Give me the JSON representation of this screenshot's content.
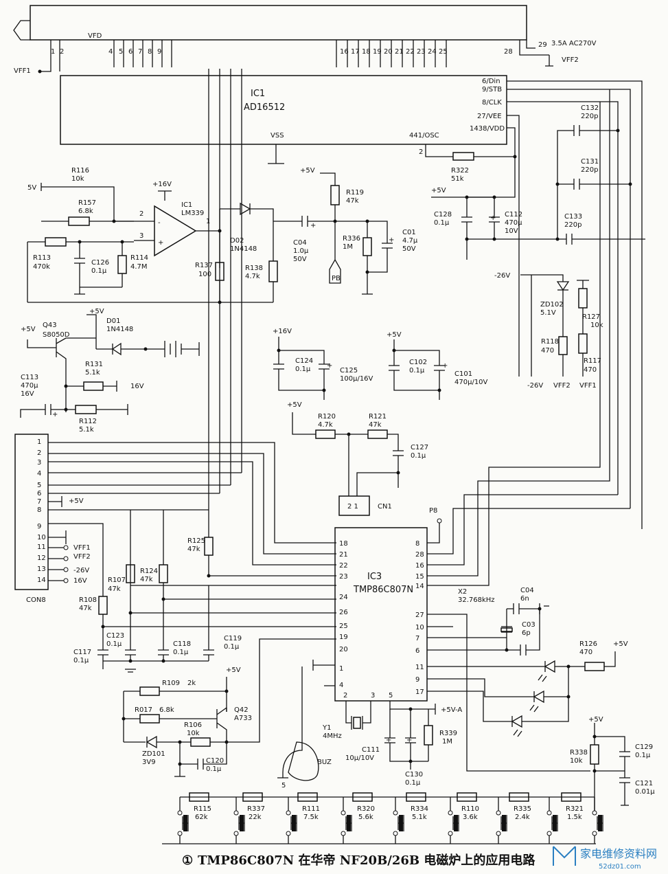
{
  "vfd": {
    "name": "VFD",
    "pins_left": [
      "1",
      "2"
    ],
    "pins_mid": [
      "4",
      "5",
      "6",
      "7",
      "8",
      "9"
    ],
    "pins_right": [
      "16",
      "17",
      "18",
      "19",
      "20",
      "21",
      "22",
      "23",
      "24",
      "25"
    ],
    "pin28": "28",
    "pin29": "29",
    "rating": "3.5A AC270V",
    "vff1": "VFF1",
    "vff2": "VFF2"
  },
  "ic1_driver": {
    "ref": "IC1",
    "part": "AD16512",
    "pins": [
      "6/Din",
      "9/STB",
      "8/CLK",
      "27/VEE",
      "1438/VDD"
    ],
    "vss": "VSS",
    "osc": "441/OSC",
    "pin2": "2"
  },
  "comparator": {
    "ref": "IC1",
    "part": "LM339",
    "supply": "+16V",
    "pin2": "2",
    "pin3": "3",
    "pin1": "1",
    "minus": "-",
    "plus": "+"
  },
  "mcu": {
    "ref": "IC3",
    "part": "TMP86C807N",
    "left_pins": [
      "18",
      "21",
      "22",
      "23",
      "24",
      "26",
      "25",
      "19",
      "20",
      "1",
      "4"
    ],
    "right_pins": [
      "8",
      "28",
      "16",
      "15",
      "14",
      "27",
      "10",
      "7",
      "6",
      "11",
      "9",
      "17"
    ],
    "bottom_pins": [
      "2",
      "3",
      "5"
    ],
    "p8": "P8"
  },
  "components": {
    "r116": [
      "R116",
      "10k"
    ],
    "v5a": "5V",
    "r157": [
      "R157",
      "6.8k"
    ],
    "r113": [
      "R113",
      "470k"
    ],
    "c126": [
      "C126",
      "0.1μ"
    ],
    "r114": [
      "R114",
      "4.7M"
    ],
    "d02": [
      "D02",
      "1N4148"
    ],
    "r137": [
      "R137",
      "100"
    ],
    "r138": [
      "R138",
      "4.7k"
    ],
    "c04a": [
      "C04",
      "1.0μ",
      "50V"
    ],
    "v5b": "+5V",
    "r119": [
      "R119",
      "47k"
    ],
    "r336": [
      "R336",
      "1M"
    ],
    "c01": [
      "C01",
      "4.7μ",
      "50V"
    ],
    "pb": "PB",
    "r322": [
      "R322",
      "51k"
    ],
    "v5c": "+5V",
    "c128": [
      "C128",
      "0.1μ"
    ],
    "c112": [
      "C112",
      "470μ",
      "10V"
    ],
    "c132": [
      "C132",
      "220p"
    ],
    "c131": [
      "C131",
      "220p"
    ],
    "c133": [
      "C133",
      "220p"
    ],
    "m26a": "-26V",
    "zd102": [
      "ZD102",
      "5.1V"
    ],
    "r127": [
      "R127",
      "10k"
    ],
    "r118": [
      "R118",
      "470"
    ],
    "r117": [
      "R117",
      "470"
    ],
    "m26b": "-26V",
    "vff2": "VFF2",
    "vff1": "VFF1",
    "q43": [
      "Q43",
      "S8050D"
    ],
    "v5d": "+5V",
    "v5e": "+5V",
    "d01": [
      "D01",
      "1N4148"
    ],
    "r131": [
      "R131",
      "5.1k"
    ],
    "v16a": "16V",
    "c113": [
      "C113",
      "470μ",
      "16V"
    ],
    "r112": [
      "R112",
      "5.1k"
    ],
    "v16b": "+16V",
    "c124": [
      "C124",
      "0.1μ"
    ],
    "c125": [
      "C125",
      "100μ/16V"
    ],
    "v5f": "+5V",
    "c102": [
      "C102",
      "0.1μ"
    ],
    "c101": [
      "C101",
      "470μ/10V"
    ],
    "v5g": "+5V",
    "r120": [
      "R120",
      "4.7k"
    ],
    "r121": [
      "R121",
      "47k"
    ],
    "c127": [
      "C127",
      "0.1μ"
    ],
    "cn1": [
      "2  1",
      "CN1"
    ],
    "r125": [
      "R125",
      "47k"
    ],
    "r107": [
      "R107",
      "47k"
    ],
    "r124": [
      "R124",
      "47k"
    ],
    "r108": [
      "R108",
      "47k"
    ],
    "c123": [
      "C123",
      "0.1μ"
    ],
    "c117": [
      "C117",
      "0.1μ"
    ],
    "c118": [
      "C118",
      "0.1μ"
    ],
    "c119": [
      "C119",
      "0.1μ"
    ],
    "x2": [
      "X2",
      "32.768kHz"
    ],
    "c04b": [
      "C04",
      "6n"
    ],
    "c03": [
      "C03",
      "6p"
    ],
    "r126": [
      "R126",
      "470"
    ],
    "v5h": "+5V",
    "v5i": "+5V",
    "r109": [
      "R109",
      "2k"
    ],
    "r017": [
      "R017",
      "6.8k"
    ],
    "q42": [
      "Q42",
      "A733"
    ],
    "r106": [
      "R106",
      "10k"
    ],
    "zd101": [
      "ZD101",
      "3V9"
    ],
    "c120": [
      "C120",
      "0.1μ"
    ],
    "y1": [
      "Y1",
      "4MHz"
    ],
    "c111": [
      "C111",
      "10μ/10V"
    ],
    "c130": [
      "C130",
      "0.1μ"
    ],
    "r339": [
      "R339",
      "1M"
    ],
    "v5a_tag": "+5V-A",
    "buz": "BUZ",
    "buz_pin": "5",
    "v5j": "+5V",
    "r338": [
      "R338",
      "10k"
    ],
    "c129": [
      "C129",
      "0.1μ"
    ],
    "c121": [
      "C121",
      "0.01μ"
    ],
    "keys": [
      [
        "R115",
        "62k"
      ],
      [
        "R337",
        "22k"
      ],
      [
        "R111",
        "7.5k"
      ],
      [
        "R320",
        "5.6k"
      ],
      [
        "R334",
        "5.1k"
      ],
      [
        "R110",
        "3.6k"
      ],
      [
        "R335",
        "2.4k"
      ],
      [
        "R321",
        "1.5k"
      ]
    ]
  },
  "con8": {
    "name": "CON8",
    "pins": [
      "1",
      "2",
      "3",
      "4",
      "5",
      "6",
      "7",
      "8",
      "9",
      "10",
      "11",
      "12",
      "13",
      "14"
    ],
    "labels": {
      "7": "+5V",
      "11": "VFF1",
      "12": "VFF2",
      "13": "-26V",
      "14": "16V"
    }
  },
  "caption": {
    "num": "①",
    "text": "TMP86C807N 在华帝 NF20B/26B 电磁炉上的应用电路"
  },
  "watermark": {
    "text": "家电维修资料网",
    "url": "52dz01.com"
  }
}
